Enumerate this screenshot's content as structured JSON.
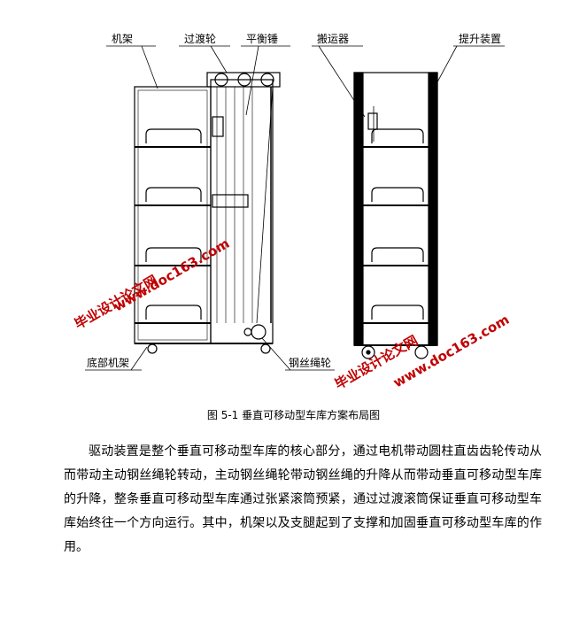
{
  "figure": {
    "labels": {
      "frame": "机架",
      "transition_wheel": "过渡轮",
      "balance_weight": "平衡锤",
      "carrier": "搬运器",
      "lift_device": "提升装置",
      "base_frame": "底部机架",
      "wire_rope_wheel": "钢丝绳轮"
    },
    "watermark": {
      "site_name": "毕业设计论文网",
      "url": "www.doc163.com"
    }
  },
  "caption": "图 5-1  垂直可移动型车库方案布局图",
  "paragraph": "驱动装置是整个垂直可移动型车库的核心部分，通过电机带动圆柱直齿齿轮传动从而带动主动钢丝绳轮转动，主动钢丝绳轮带动钢丝绳的升降从而带动垂直可移动型车库的升降，整条垂直可移动型车库通过张紧滚筒预紧，通过过渡滚筒保证垂直可移动型车库始终往一个方向运行。其中，机架以及支腿起到了支撑和加固垂直可移动型车库的作用。"
}
